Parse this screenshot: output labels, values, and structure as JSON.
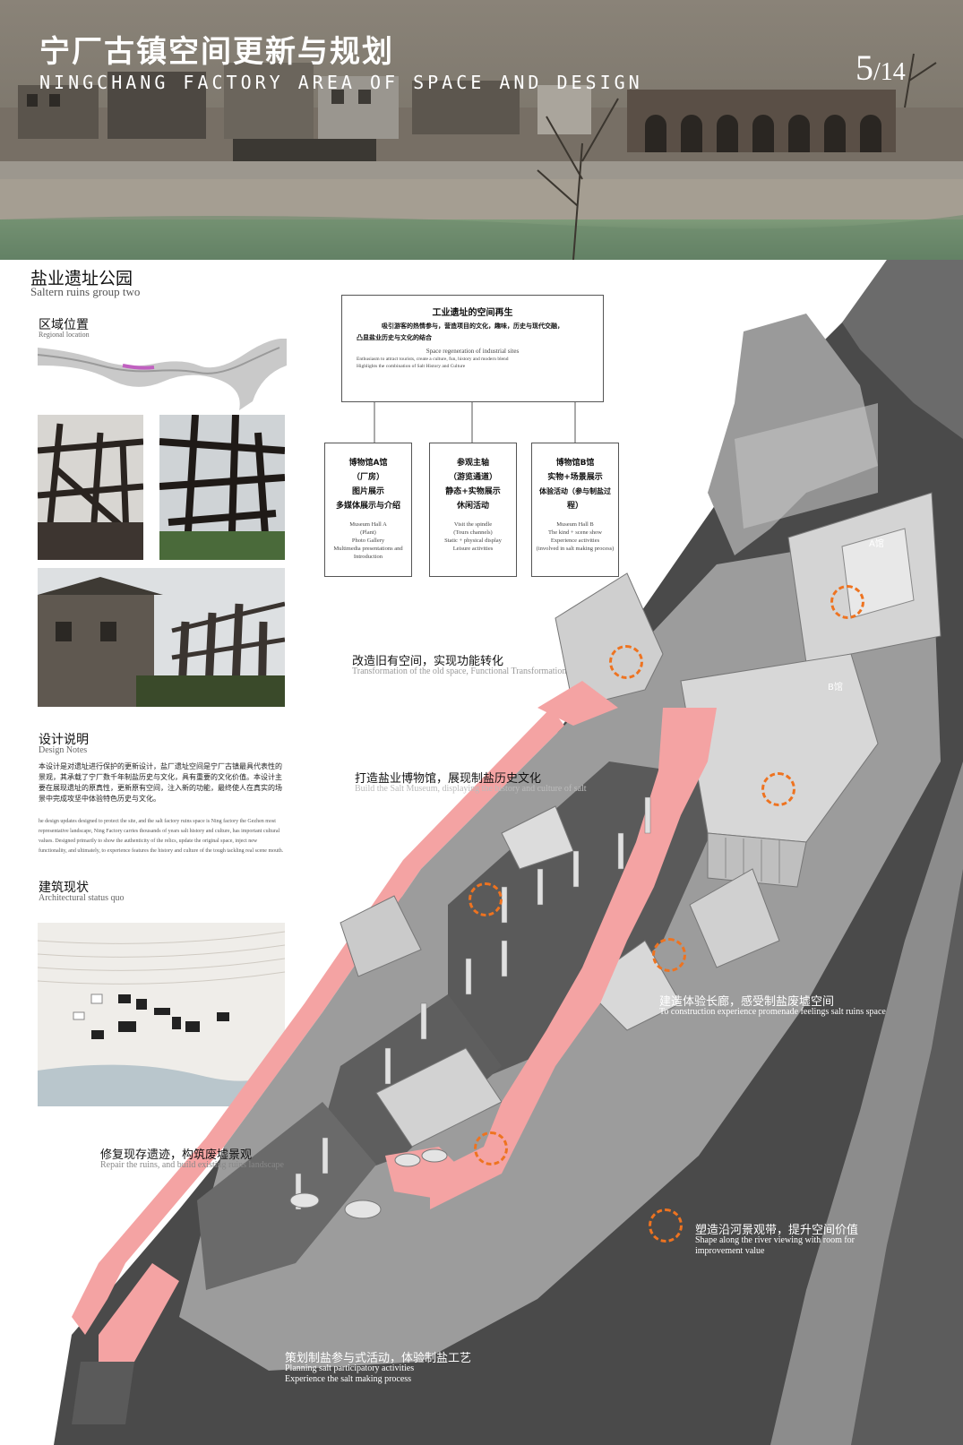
{
  "header": {
    "title_cn": "宁厂古镇空间更新与规划",
    "title_en": "NINGCHANG FACTORY AREA OF SPACE AND DESIGN",
    "page": "5",
    "page_total": "/14"
  },
  "section": {
    "title_cn": "盐业遗址公园",
    "title_en": "Saltern ruins group two"
  },
  "regional": {
    "title_cn": "区域位置",
    "title_en": "Regional location"
  },
  "design_notes": {
    "title_cn": "设计说明",
    "title_en": "Design Notes",
    "body_cn": "本设计是对遗址进行保护的更新设计，盐厂遗址空间是宁厂古镇最具代表性的景观，其承载了宁厂数千年制盐历史与文化，具有重要的文化价值。本设计主要在展现遗址的原真性，更新原有空间，注入新的功能，最终使人在真实的场景中完成攻坚中体验特色历史与文化。",
    "body_en": "he design updates designed to protect the site, and the salt factory ruins space is Ning factory the Gezhen most representative landscape, Ning Factory carries thousands of years salt history and culture, has important cultural values. Designed primarily to show the authenticity of the relics, update the original space, inject new functionality, and ultimately, to experience features the history and culture of the tough tackling real scene mouth."
  },
  "status": {
    "title_cn": "建筑现状",
    "title_en": "Architectural status quo"
  },
  "diagram": {
    "top": {
      "title_cn": "工业遗址的空间再生",
      "line1_cn": "吸引游客的热情参与，营造项目的文化，趣味，历史与现代交融，",
      "line2_cn": "凸显盐业历史与文化的结合",
      "title_en": "Space regeneration of industrial sites",
      "line1_en": "Enthusiasm to attract tourists, create a culture, fun, history and modern blend",
      "line2_en": "Highlights the combination of Salt History and Culture"
    },
    "boxes": [
      {
        "cn1": "博物馆A馆",
        "cn2": "（厂房）",
        "cn3": "图片展示",
        "cn4": "多媒体展示与介绍",
        "en1": "Museum Hall A",
        "en2": "(Plant)",
        "en3": "Photo Gallery",
        "en4": "Multimedia presentations and Introduction"
      },
      {
        "cn1": "参观主轴",
        "cn2": "（游览通道）",
        "cn3": "静态+实物展示",
        "cn4": "休闲活动",
        "en1": "Visit the spindle",
        "en2": "(Tours channels)",
        "en3": "Static + physical display",
        "en4": "Leisure activities"
      },
      {
        "cn1": "博物馆B馆",
        "cn2": "实物+场景展示",
        "cn3": "体验活动（参与制盐过",
        "cn4": "程）",
        "en1": "Museum Hall B",
        "en2": "The kind + scene show",
        "en3": "Experience activities",
        "en4": "(involved in salt making process)"
      }
    ]
  },
  "map": {
    "hall_a": "A馆",
    "hall_b": "B馆",
    "callouts": [
      {
        "cn": "改造旧有空间，实现功能转化",
        "en": "Transformation of the old space, Functional Transformation"
      },
      {
        "cn": "打造盐业博物馆，展现制盐历史文化",
        "en": "Build the Salt Museum, displaying the history and culture of salt"
      },
      {
        "cn": "建造体验长廊，感受制盐废墟空间",
        "en": "To construction experience promenade feelings salt ruins space"
      },
      {
        "cn": "修复现存遗迹，构筑废墟景观",
        "en": "Repair the ruins, and build existing ruins landscape"
      },
      {
        "cn": "塑造沿河景观带，提升空间价值",
        "en": "Shape along the river viewing with room for",
        "en2": "improvement value"
      },
      {
        "cn": "策划制盐参与式活动，体验制盐工艺",
        "en": "Planning salt participatory activities",
        "en2": "Experience the salt making process"
      }
    ]
  },
  "colors": {
    "accent_pink": "#f4a3a3",
    "ring_orange": "#ee7320",
    "dark_gray": "#4a4a4a",
    "mid_gray": "#8c8c8c",
    "light_gray": "#c8c8c8"
  }
}
